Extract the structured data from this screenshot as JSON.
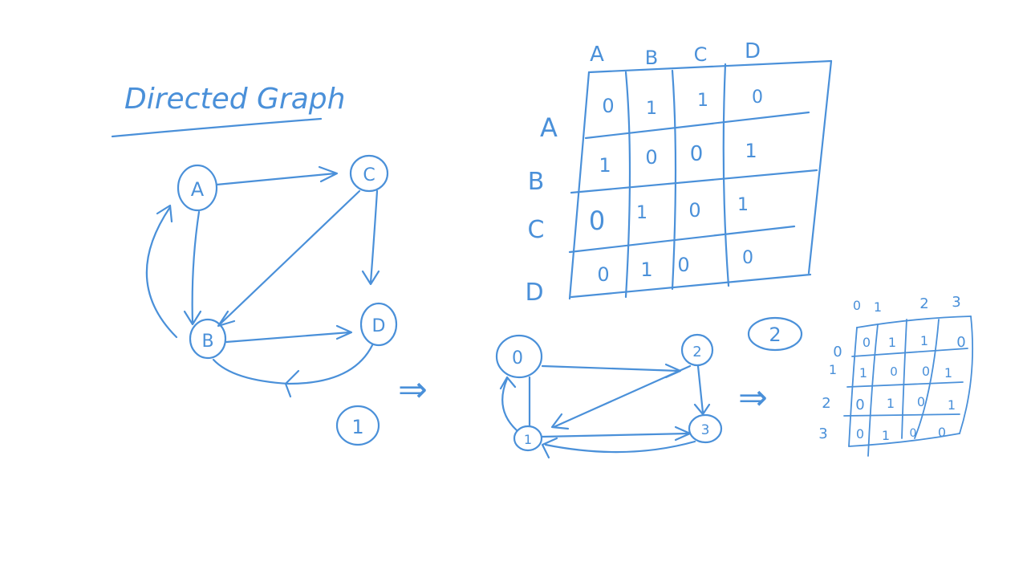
{
  "title": "Directed Graph",
  "ink_color": "#4a90d9",
  "background_color": "#ffffff",
  "graph1": {
    "nodes": [
      "A",
      "B",
      "C",
      "D"
    ],
    "edges": [
      [
        "A",
        "C"
      ],
      [
        "A",
        "B"
      ],
      [
        "B",
        "A"
      ],
      [
        "C",
        "B"
      ],
      [
        "C",
        "D"
      ],
      [
        "B",
        "D"
      ],
      [
        "D",
        "B"
      ]
    ]
  },
  "matrix1": {
    "col_headers": [
      "A",
      "B",
      "C",
      "D"
    ],
    "row_headers": [
      "A",
      "B",
      "C",
      "D"
    ],
    "cells": [
      [
        "0",
        "1",
        "1",
        "0"
      ],
      [
        "1",
        "0",
        "0",
        "1"
      ],
      [
        "0",
        "1",
        "0",
        "1"
      ],
      [
        "0",
        "1",
        "0",
        "0"
      ]
    ]
  },
  "graph2": {
    "nodes": [
      "0",
      "1",
      "2",
      "3"
    ],
    "edges": [
      [
        "0",
        "2"
      ],
      [
        "1",
        "0"
      ],
      [
        "2",
        "1"
      ],
      [
        "2",
        "3"
      ],
      [
        "1",
        "3"
      ],
      [
        "3",
        "1"
      ]
    ]
  },
  "matrix2": {
    "col_headers": [
      "0",
      "1",
      "2",
      "3"
    ],
    "row_headers": [
      "0",
      "1",
      "2",
      "3"
    ],
    "cells": [
      [
        "0",
        "1",
        "1",
        "0"
      ],
      [
        "1",
        "0",
        "0",
        "1"
      ],
      [
        "0",
        "1",
        "0",
        "1"
      ],
      [
        "0",
        "1",
        "0",
        "0"
      ]
    ]
  },
  "step_markers": [
    "1",
    "2"
  ],
  "implies_symbol": "⇒"
}
